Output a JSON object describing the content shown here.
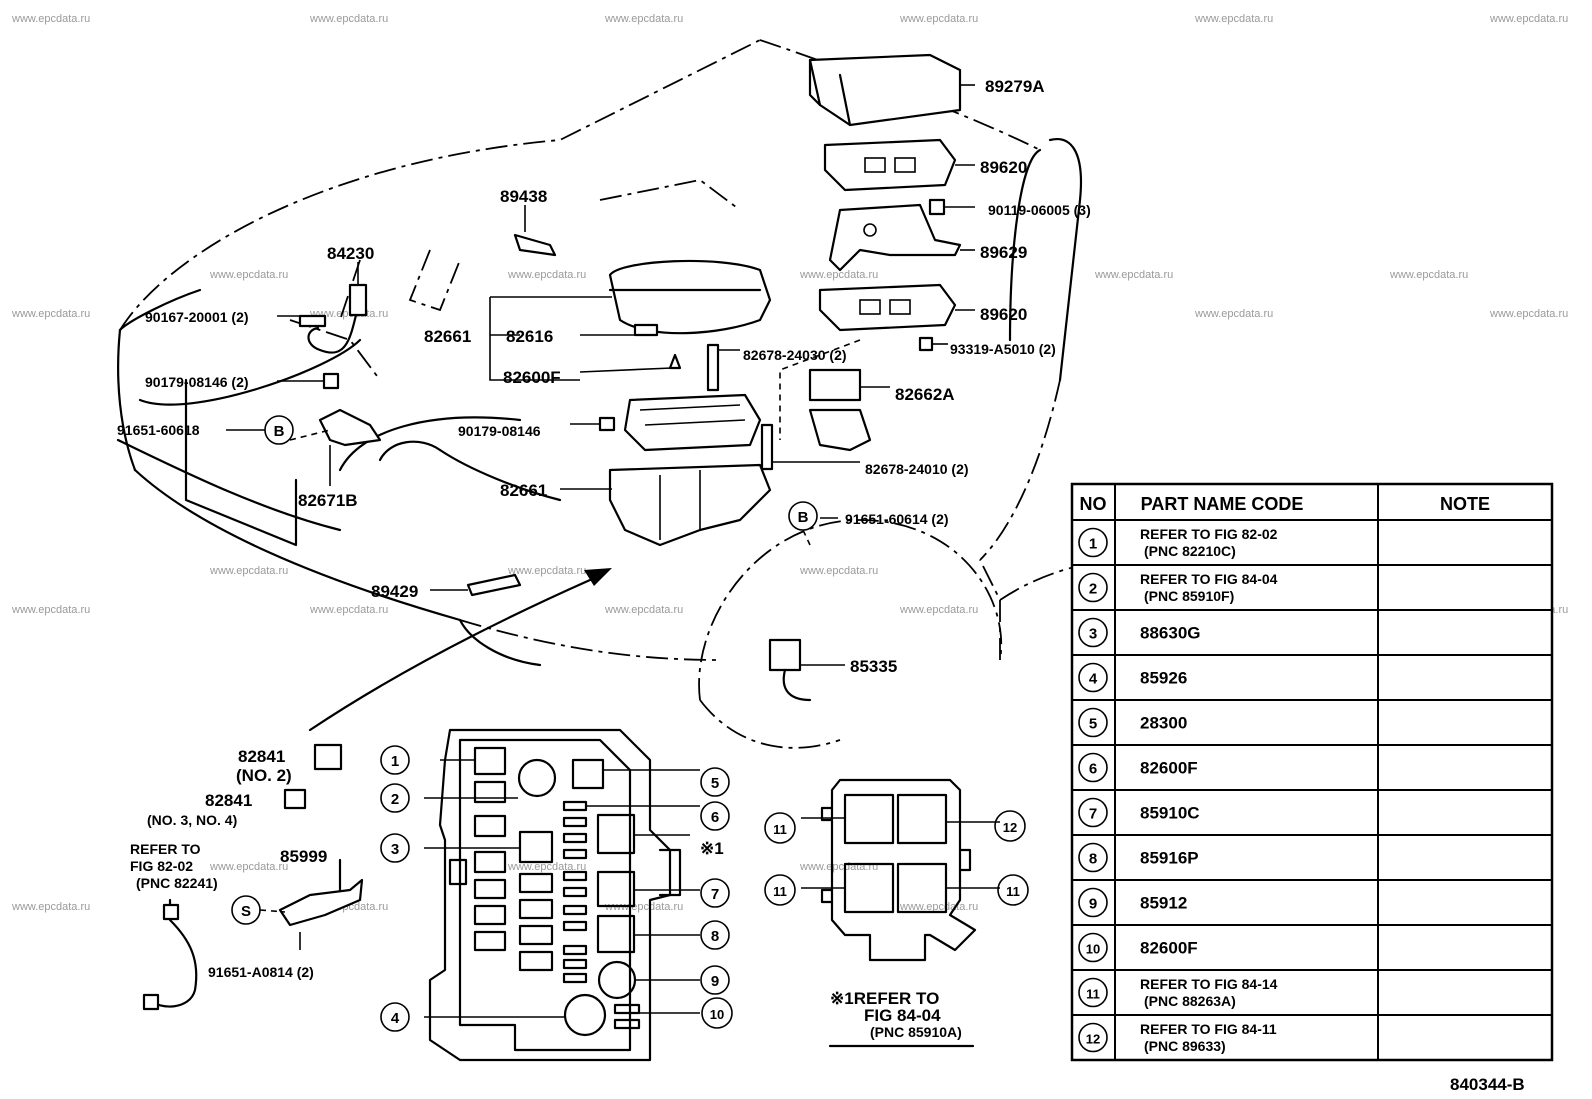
{
  "watermark": "www.epcdata.ru",
  "figure_code": "840344-B",
  "callouts": {
    "p89279A": "89279A",
    "p89620_top": "89620",
    "p90119": "90119-06005 (3)",
    "p89629": "89629",
    "p89620_bot": "89620",
    "p93319": "93319-A5010 (2)",
    "p82662A": "82662A",
    "p82678_24010": "82678-24010 (2)",
    "p91651_60614": "91651-60614 (2)",
    "p85335": "85335",
    "p89438": "89438",
    "p84230": "84230",
    "p90167": "90167-20001 (2)",
    "p90179_2": "90179-08146 (2)",
    "p91651_60618": "91651-60618",
    "p82671B": "82671B",
    "p82661_a": "82661",
    "p82616": "82616",
    "p82600F": "82600F",
    "p82678_24030": "82678-24030 (2)",
    "p90179": "90179-08146",
    "p82661_b": "82661",
    "p89429": "89429",
    "p82841_a": "82841",
    "p82841_a_note": "(NO. 2)",
    "p82841_b": "82841",
    "p82841_b_note": "(NO. 3, NO. 4)",
    "refer_line1": "REFER TO",
    "refer_line2": "FIG 82-02",
    "refer_line3": "(PNC 82241)",
    "p85999": "85999",
    "p91651_A0814": "91651-A0814 (2)",
    "note_mark": "※1",
    "note_line1": "※1REFER TO",
    "note_line2": "FIG 84-04",
    "note_line3": "(PNC 85910A)",
    "circle_b": "B",
    "circle_s": "S"
  },
  "fuse_markers": [
    "1",
    "2",
    "3",
    "4",
    "5",
    "6",
    "7",
    "8",
    "9",
    "10",
    "11",
    "12"
  ],
  "table": {
    "headers": [
      "NO",
      "PART NAME CODE",
      "NOTE"
    ],
    "rows": [
      {
        "no": "1",
        "code": "REFER TO FIG 82-02",
        "code2": "(PNC 82210C)",
        "note": ""
      },
      {
        "no": "2",
        "code": "REFER TO FIG 84-04",
        "code2": "(PNC 85910F)",
        "note": ""
      },
      {
        "no": "3",
        "code": "88630G",
        "code2": "",
        "note": ""
      },
      {
        "no": "4",
        "code": "85926",
        "code2": "",
        "note": ""
      },
      {
        "no": "5",
        "code": "28300",
        "code2": "",
        "note": ""
      },
      {
        "no": "6",
        "code": "82600F",
        "code2": "",
        "note": ""
      },
      {
        "no": "7",
        "code": "85910C",
        "code2": "",
        "note": ""
      },
      {
        "no": "8",
        "code": "85916P",
        "code2": "",
        "note": ""
      },
      {
        "no": "9",
        "code": "85912",
        "code2": "",
        "note": ""
      },
      {
        "no": "10",
        "code": "82600F",
        "code2": "",
        "note": ""
      },
      {
        "no": "11",
        "code": "REFER TO FIG 84-14",
        "code2": "(PNC 88263A)",
        "note": ""
      },
      {
        "no": "12",
        "code": "REFER TO FIG 84-11",
        "code2": "(PNC 89633)",
        "note": ""
      }
    ]
  }
}
